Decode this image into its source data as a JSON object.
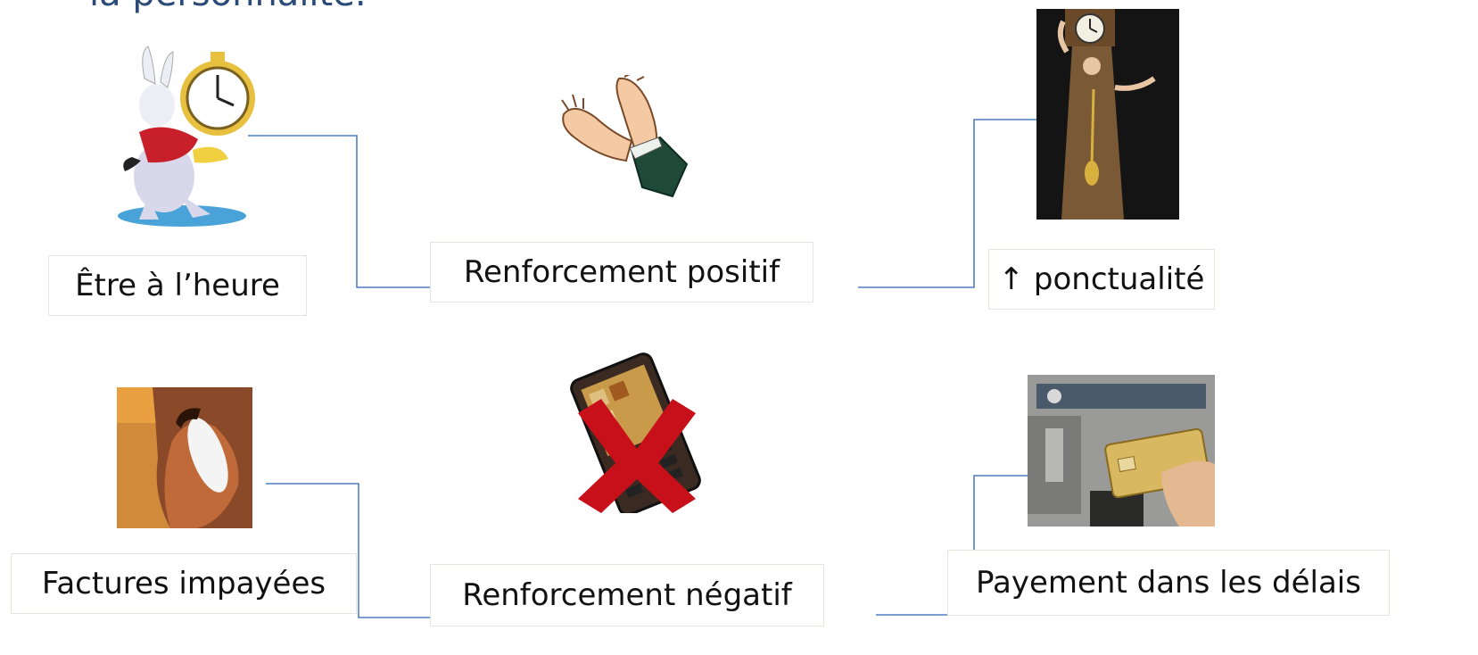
{
  "slide": {
    "title_fragment": "la personnalité."
  },
  "positive_row": {
    "behavior_label": "Être à l’heure",
    "reinforcement_label": "Renforcement positif",
    "outcome_label": "↑ ponctualité",
    "icons": [
      "white-rabbit-pocket-watch-icon",
      "clapping-hands-icon",
      "grandfather-clock-costume-icon"
    ]
  },
  "negative_row": {
    "behavior_label": "Factures impayées",
    "reinforcement_label": "Renforcement négatif",
    "outcome_label": "Payement dans les délais",
    "icons": [
      "person-on-phone-icon",
      "crossed-out-mobile-phone-icon",
      "card-in-atm-icon"
    ]
  },
  "colors": {
    "title": "#2a4a78",
    "connector": "#4f7fc4",
    "box_border": "#e6e6dc",
    "cross": "#c8101a"
  }
}
